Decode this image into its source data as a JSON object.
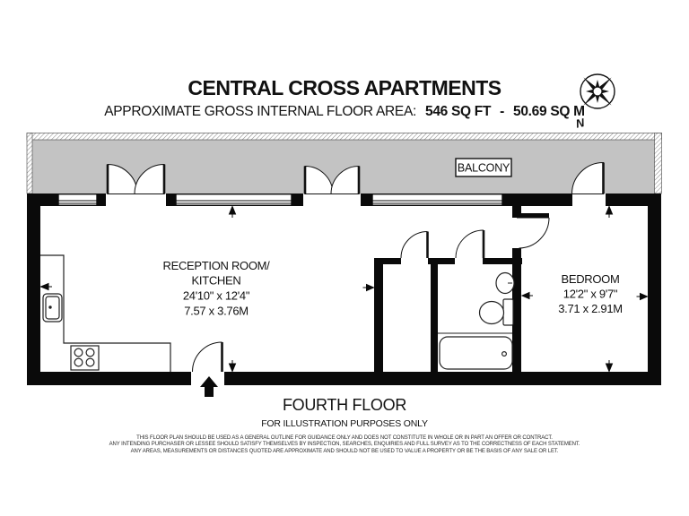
{
  "header": {
    "title": "CENTRAL CROSS APARTMENTS",
    "area_label": "APPROXIMATE GROSS INTERNAL FLOOR AREA:",
    "area_imperial": "546 SQ FT",
    "area_separator": "-",
    "area_metric": "50.69 SQ M"
  },
  "compass": {
    "north_label": "N"
  },
  "plan": {
    "balcony": {
      "label": "BALCONY"
    },
    "reception": {
      "name_line1": "RECEPTION ROOM/",
      "name_line2": "KITCHEN",
      "dims_imperial": "24'10\" x 12'4\"",
      "dims_metric": "7.57 x 3.76M"
    },
    "bedroom": {
      "name": "BEDROOM",
      "dims_imperial": "12'2\" x 9'7\"",
      "dims_metric": "3.71 x 2.91M"
    }
  },
  "footer": {
    "floor_label": "FOURTH FLOOR",
    "illustration_note": "FOR ILLUSTRATION PURPOSES ONLY",
    "disclaimer_lines": [
      "THIS FLOOR PLAN SHOULD BE USED AS A GENERAL OUTLINE FOR GUIDANCE ONLY AND DOES NOT CONSTITUTE IN WHOLE OR IN PART AN OFFER OR CONTRACT.",
      "ANY INTENDING PURCHASER OR LESSEE SHOULD SATISFY THEMSELVES BY INSPECTION, SEARCHES, ENQUIRIES AND FULL SURVEY AS TO THE CORRECTNESS OF EACH STATEMENT.",
      "ANY AREAS, MEASUREMENTS OR DISTANCES QUOTED ARE APPROXIMATE AND SHOULD NOT BE USED TO VALUE A PROPERTY OR BE THE BASIS OF ANY SALE OR LET."
    ]
  },
  "colors": {
    "wall": "#0a0a0a",
    "balcony_fill": "#c3c3c3"
  }
}
